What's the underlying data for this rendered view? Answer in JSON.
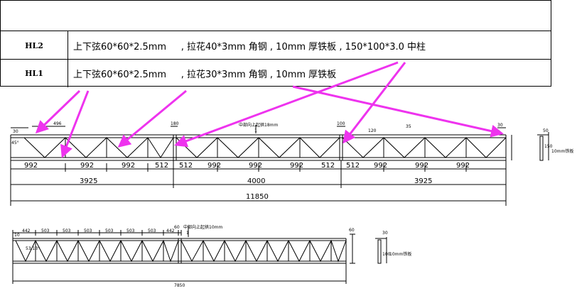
{
  "table": {
    "rows": [
      {
        "code": "HL2",
        "spec": "上下弦60*60*2.5mm     , 拉花40*3mm 角钢 , 10mm 厚铁板 , 150*100*3.0"
      },
      {
        "code": "HL1",
        "spec": "上下弦60*60*2.5mm     , 拉花30*3mm 角钢 , 10mm 厚铁板"
      }
    ],
    "callout": "中柱"
  },
  "drawing1": {
    "note": "中部向上起拱18mm",
    "note_mark": "1",
    "segments": [
      "992",
      "992",
      "992",
      "512",
      "512",
      "992",
      "992",
      "992",
      "512",
      "512",
      "992",
      "992",
      "992"
    ],
    "sub_totals": [
      "3925",
      "4000",
      "3925"
    ],
    "total": "11850",
    "top_dims": [
      "30",
      "496",
      "180",
      "100",
      "120",
      "35",
      "30"
    ],
    "side_dims": [
      "50",
      "150",
      "10mm铁板"
    ],
    "angle": "45°"
  },
  "drawing2": {
    "note": "中部向上起拱10mm",
    "note_mark": "1",
    "top_dims": [
      "10",
      "442",
      "503",
      "503",
      "503",
      "503",
      "503",
      "503",
      "442",
      "60",
      "60"
    ],
    "total": "7850",
    "side_dims": [
      "30",
      "100",
      "10mm铁板"
    ],
    "angle": "53.13°"
  },
  "colors": {
    "arrow": "#ee33ee",
    "line": "#000000"
  }
}
